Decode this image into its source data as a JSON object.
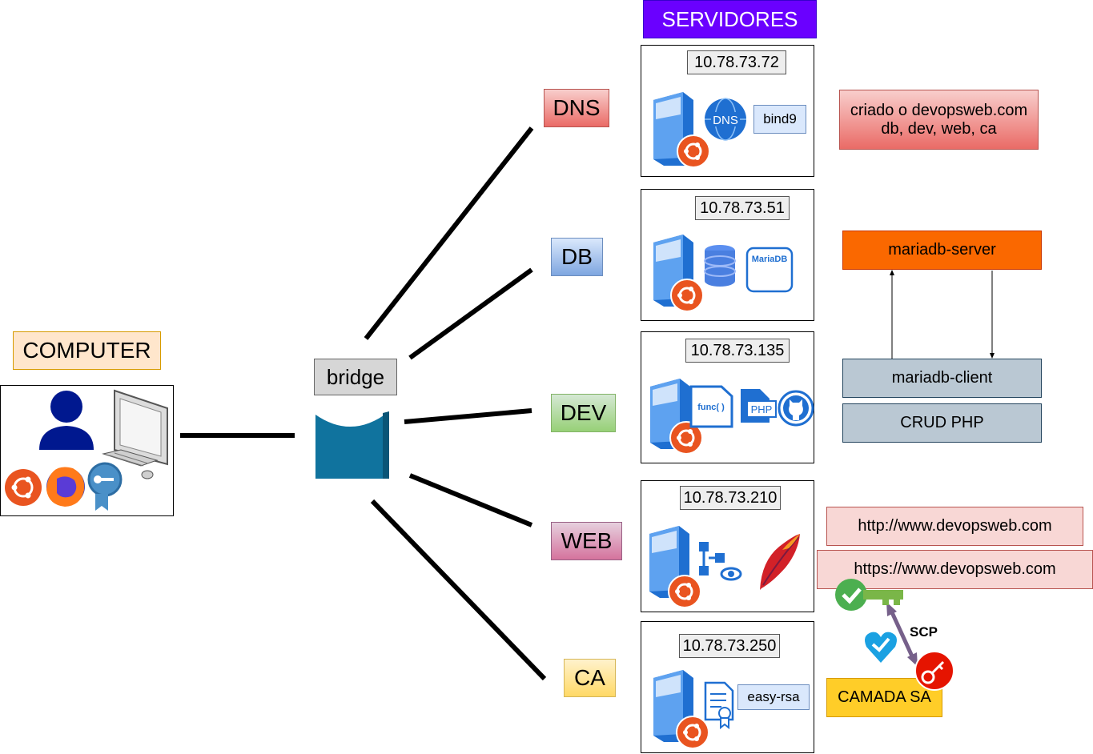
{
  "header": {
    "title": "SERVIDORES"
  },
  "computer": {
    "label": "COMPUTER",
    "icons": [
      "user-icon",
      "desktop-computer-icon",
      "ubuntu-icon",
      "firefox-icon",
      "certificate-key-icon"
    ]
  },
  "bridge": {
    "label": "bridge",
    "icon": "bridge-icon"
  },
  "servers": [
    {
      "name": "DNS",
      "ip": "10.78.73.72",
      "tag": "bind9",
      "icons": [
        "server-icon",
        "ubuntu-icon",
        "dns-globe-icon"
      ]
    },
    {
      "name": "DB",
      "ip": "10.78.73.51",
      "badge": "MariaDB",
      "icons": [
        "server-icon",
        "ubuntu-icon",
        "database-icon",
        "mariadb-icon"
      ]
    },
    {
      "name": "DEV",
      "ip": "10.78.73.135",
      "func_label": "func( )",
      "php_label": "PHP",
      "icons": [
        "server-icon",
        "ubuntu-icon",
        "function-file-icon",
        "php-file-icon",
        "github-icon"
      ]
    },
    {
      "name": "WEB",
      "ip": "10.78.73.210",
      "icons": [
        "server-icon",
        "ubuntu-icon",
        "network-monitor-icon",
        "apache-feather-icon"
      ]
    },
    {
      "name": "CA",
      "ip": "10.78.73.250",
      "tag": "easy-rsa",
      "icons": [
        "server-icon",
        "ubuntu-icon",
        "certificate-document-icon"
      ]
    }
  ],
  "notes": {
    "dns_line1": "criado o devopsweb.com",
    "dns_line2": "db, dev, web, ca",
    "mariadb_server": "mariadb-server",
    "mariadb_client": "mariadb-client",
    "crud": "CRUD PHP",
    "http": "http://www.devopsweb.com",
    "https": "https://www.devopsweb.com",
    "scp": "SCP",
    "camada": "CAMADA SA"
  },
  "colors": {
    "header": "#6a00ff",
    "computer": "#ffe6cc",
    "dns": "#f8cecc",
    "db": "#dae8fc",
    "dev": "#d5e8d4",
    "web": "#e6d0de",
    "ca": "#fff2cc",
    "mariadb_server": "#fa6800",
    "mariadb_client": "#bac8d3",
    "url_note": "#f8d7d5",
    "camada": "#ffcd28",
    "server_blue": "#1f6fd1",
    "ubuntu": "#e95420",
    "bridge": "#10739e"
  }
}
